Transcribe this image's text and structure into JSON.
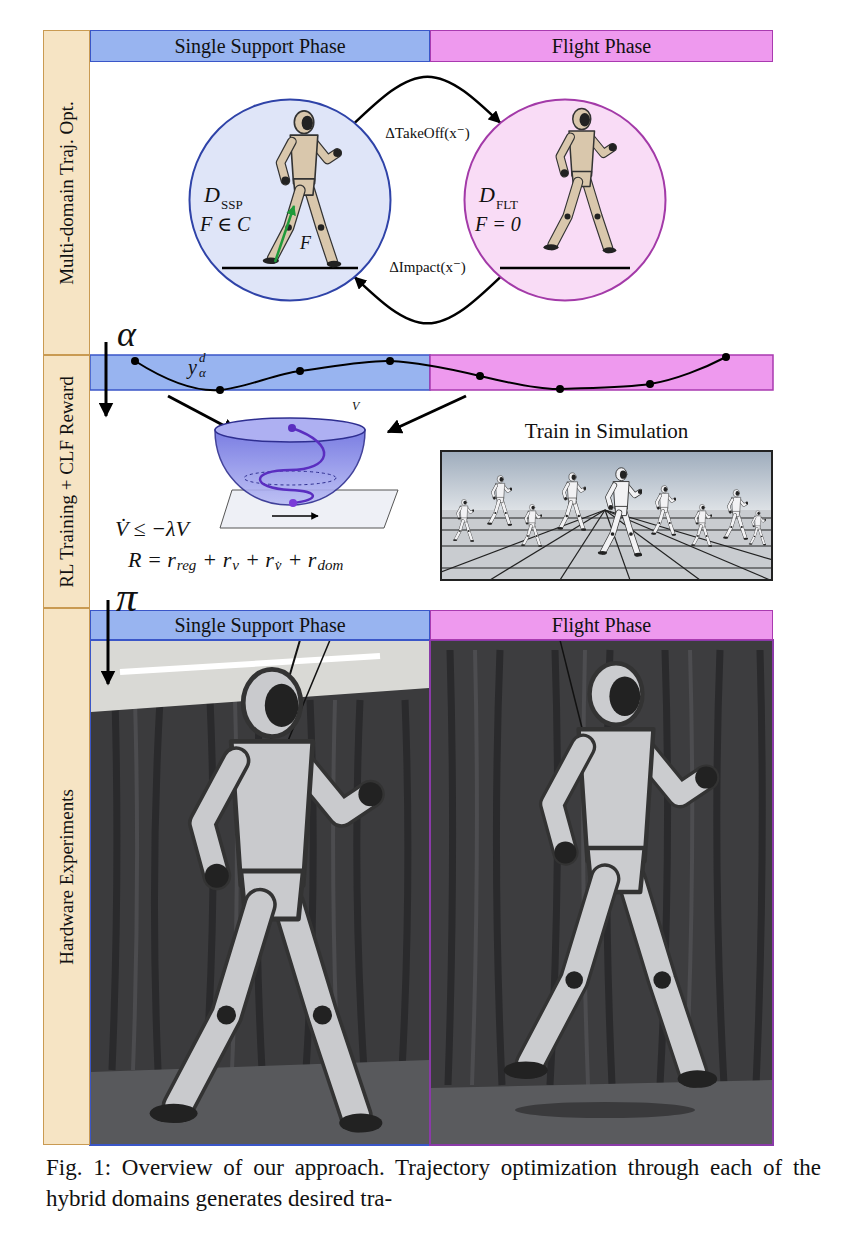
{
  "diagram": {
    "caption": "Fig. 1: Overview of our approach. Trajectory optimization through each of the hybrid domains generates desired tra-",
    "nodes": [
      {
        "text": [
          "Multi-domain Traj. Opt."
        ]
      },
      {
        "text": [
          "Single Support Phase"
        ]
      },
      {
        "text": [
          "Flight Phase"
        ]
      },
      {
        "text": [
          "D",
          "SSP",
          "F ∈ C",
          "F"
        ]
      },
      {
        "text": [
          "D",
          "FLT",
          "F = 0"
        ]
      },
      {
        "text": [
          "RL Training + CLF Reward"
        ]
      },
      {
        "text": [
          "Train in Simulation"
        ]
      },
      {
        "text": [
          "Hardware Experiments"
        ]
      },
      {
        "text": [
          "Single Support Phase"
        ]
      },
      {
        "text": [
          "Flight Phase"
        ]
      }
    ],
    "edges": [
      {
        "from": 3,
        "to": 4,
        "arrow": "to",
        "label": "ΔTakeOff(x⁻)"
      },
      {
        "from": 4,
        "to": 3,
        "arrow": "to",
        "label": "ΔImpact(x⁻)"
      }
    ],
    "labels": [
      "α",
      "y",
      "α",
      "d",
      "V",
      "V̇ ≤ −λV",
      "R = r",
      "reg",
      "+ r",
      "v",
      "+ r",
      "v̇",
      "+ r",
      "dom",
      "π"
    ]
  }
}
